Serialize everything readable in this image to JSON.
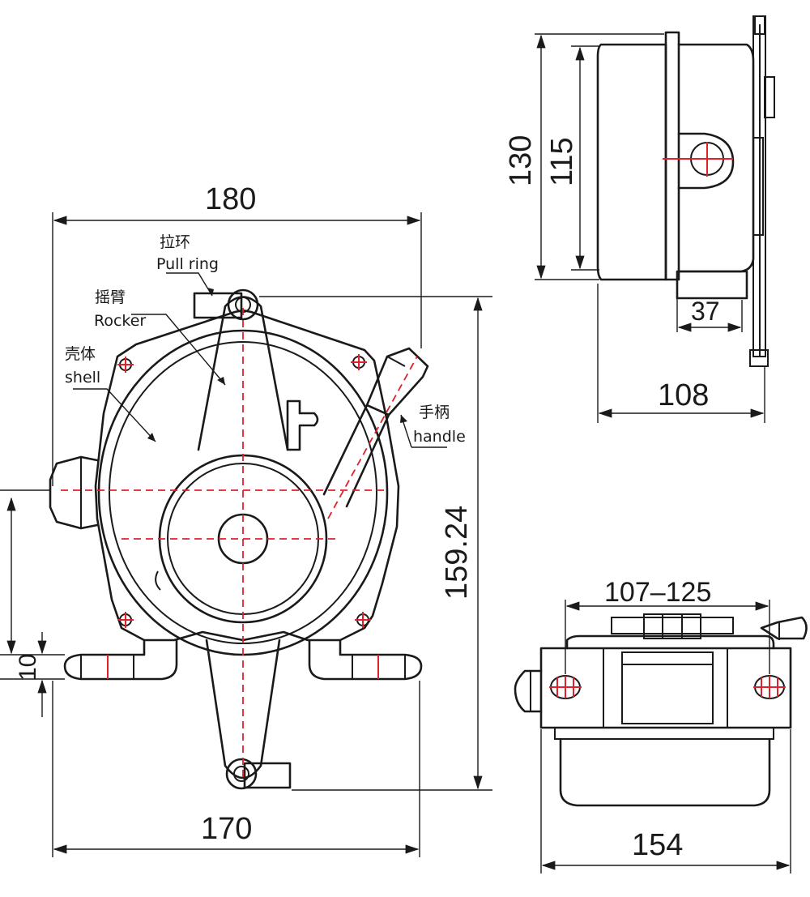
{
  "labels": {
    "pull_ring_cn": "拉环",
    "pull_ring_en": "Pull ring",
    "rocker_cn": "摇臂",
    "rocker_en": "Rocker",
    "shell_cn": "壳体",
    "shell_en": "shell",
    "handle_cn": "手柄",
    "handle_en": "handle"
  },
  "dimensions": {
    "front_width_top": "180",
    "front_width_bottom": "170",
    "front_height": "159.24",
    "foot_thickness": "10",
    "side_height_outer": "130",
    "side_height_inner": "115",
    "side_depth": "37",
    "side_width": "108",
    "bottom_range": "107–125",
    "bottom_width": "154"
  },
  "colors": {
    "line": "#1a1a1a",
    "centerline": "#e0202a"
  }
}
